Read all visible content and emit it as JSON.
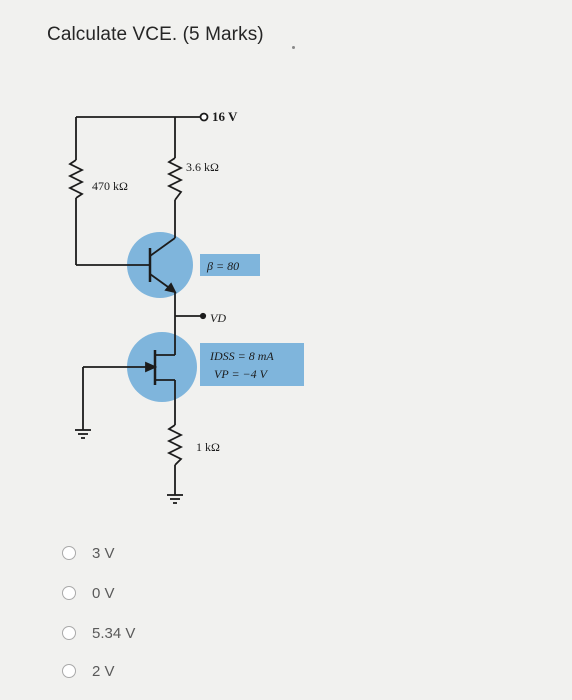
{
  "question": {
    "text": "Calculate VCE. (5 Marks)"
  },
  "circuit": {
    "supply_label": "16 V",
    "rb_label": "470 kΩ",
    "rc_label": "3.6 kΩ",
    "beta_label": "β = 80",
    "vd_label": "VD",
    "idss_label": "IDSS = 8 mA",
    "vp_label": "VP = −4 V",
    "rs_label": "1 kΩ",
    "highlight_color": "#7fb5dc"
  },
  "options": [
    {
      "label": "3 V"
    },
    {
      "label": "0 V"
    },
    {
      "label": "5.34 V"
    },
    {
      "label": "2 V"
    }
  ]
}
